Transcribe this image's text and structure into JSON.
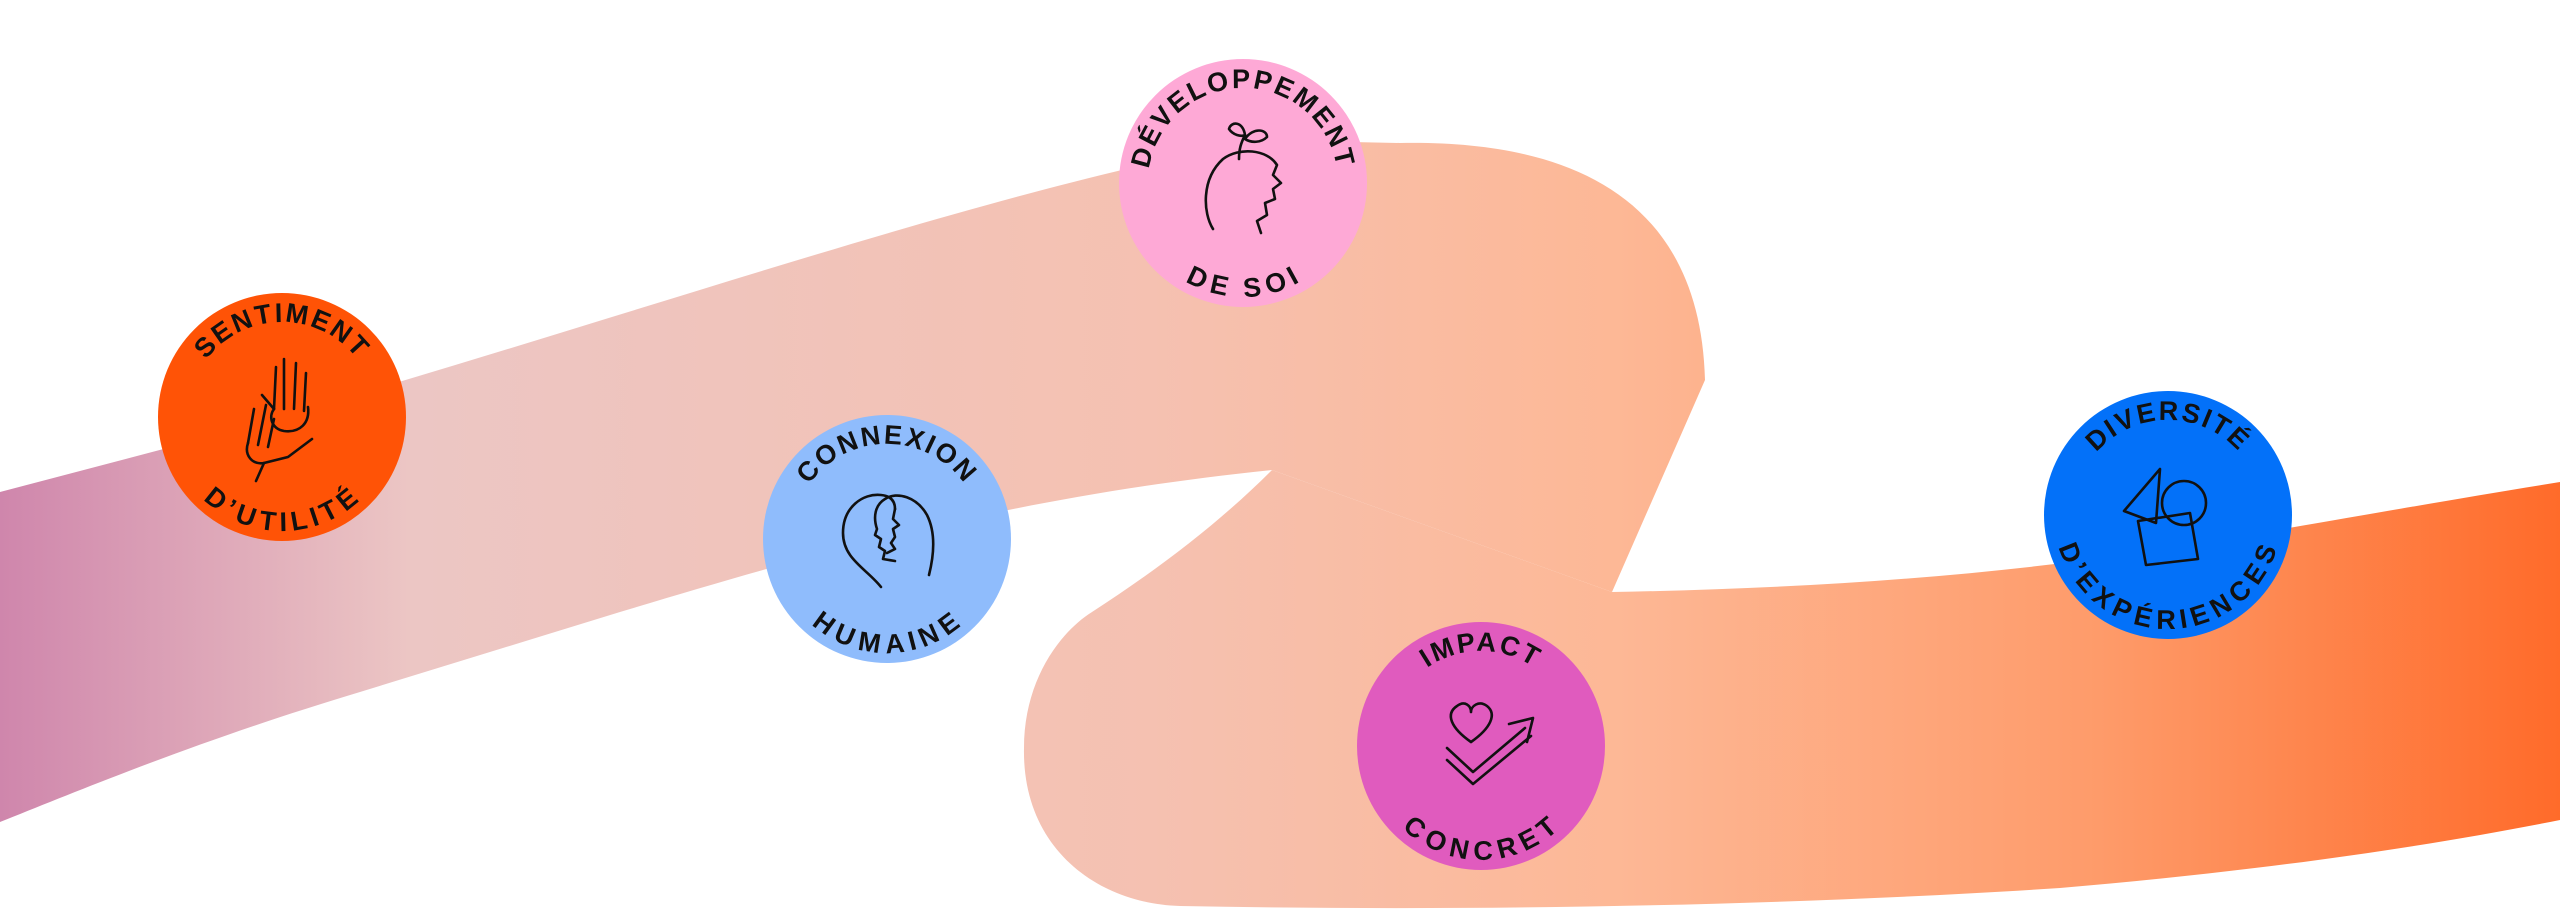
{
  "colors": {
    "ribbon_stops": [
      "#cf86ac",
      "#ecc6c4",
      "#f5c1b1",
      "#fdb896",
      "#fe9b6a",
      "#ff6b2a"
    ],
    "text": "#111111"
  },
  "badges": [
    {
      "id": "sentiment",
      "top": "SENTIMENT",
      "bottom": "D’UTILITÉ",
      "color": "#ff5306",
      "icon": "helping-hands-icon"
    },
    {
      "id": "connexion",
      "top": "CONNEXION",
      "bottom": "HUMAINE",
      "color": "#8fbcfc",
      "icon": "two-faces-icon"
    },
    {
      "id": "developpement",
      "top": "DÉVELOPPEMENT",
      "bottom": "DE SOI",
      "color": "#fea9d6",
      "icon": "head-sprout-icon"
    },
    {
      "id": "impact",
      "top": "IMPACT",
      "bottom": "CONCRET",
      "color": "#e05bbe",
      "icon": "heart-arrow-icon"
    },
    {
      "id": "diversite",
      "top": "DIVERSITÉ",
      "bottom": "D’EXPÉRIENCES",
      "color": "#0371f9",
      "icon": "shapes-icon"
    }
  ]
}
